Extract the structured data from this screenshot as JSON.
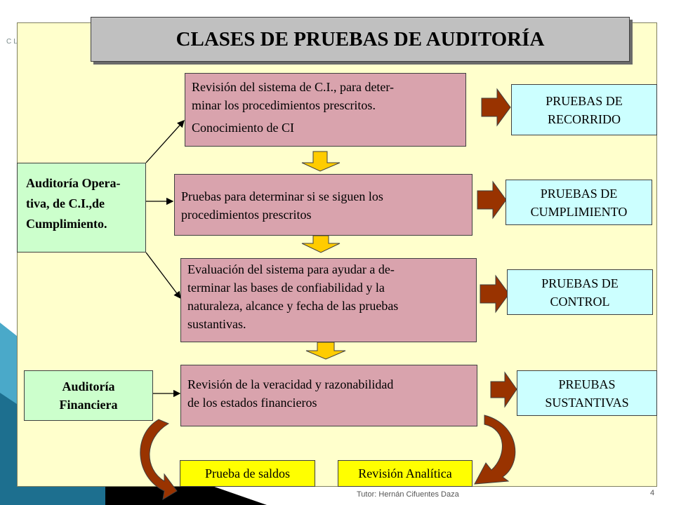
{
  "title": "CLASES DE PRUEBAS DE AUDITORÍA",
  "corner_label": "CL",
  "footer": "Tutor: Hernán Cifuentes Daza",
  "page_number": "4",
  "left_boxes": {
    "operativa": [
      "Auditoría Opera-",
      "tiva, de C.I.,de",
      "Cumplimiento."
    ],
    "financiera": [
      "Auditoría",
      "Financiera"
    ]
  },
  "process_boxes": [
    {
      "lines": [
        "Revisión del sistema de C.I., para deter-",
        "minar los procedimientos prescritos."
      ],
      "extra": "Conocimiento de CI"
    },
    {
      "lines": [
        "Pruebas para determinar si se siguen  los",
        "procedimientos prescritos"
      ]
    },
    {
      "lines": [
        "Evaluación del sistema para ayudar a de-",
        "terminar las bases de confiabilidad y la",
        "naturaleza, alcance y fecha de las pruebas",
        "sustantivas."
      ]
    },
    {
      "lines": [
        "Revisión de la veracidad y razonabilidad",
        "de los estados financieros"
      ]
    }
  ],
  "results": [
    [
      "PRUEBAS DE",
      "RECORRIDO"
    ],
    [
      "PRUEBAS DE",
      "CUMPLIMIENTO"
    ],
    [
      "PRUEBAS DE",
      "CONTROL"
    ],
    [
      "PREUBAS",
      "SUSTANTIVAS"
    ]
  ],
  "bottom_boxes": {
    "saldos": "Prueba de saldos",
    "analitica": "Revisión Analítica"
  },
  "colors": {
    "background": "#ffffcc",
    "process": "#d9a3ad",
    "result": "#ccffff",
    "audit": "#ccffcc",
    "arrow": "#993300",
    "down_arrow": "#ffcc00",
    "bottom": "#ffff00"
  }
}
